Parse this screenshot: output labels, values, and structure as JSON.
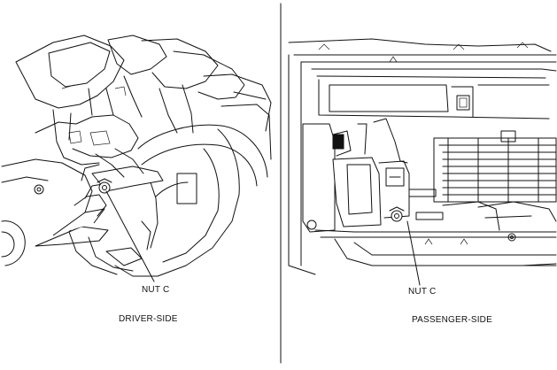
{
  "figure": {
    "left_panel": {
      "callout": "NUT C",
      "caption": "DRIVER-SIDE"
    },
    "right_panel": {
      "callout": "NUT C",
      "caption": "PASSENGER-SIDE"
    }
  },
  "colors": {
    "line": "#111111",
    "background": "#ffffff"
  }
}
